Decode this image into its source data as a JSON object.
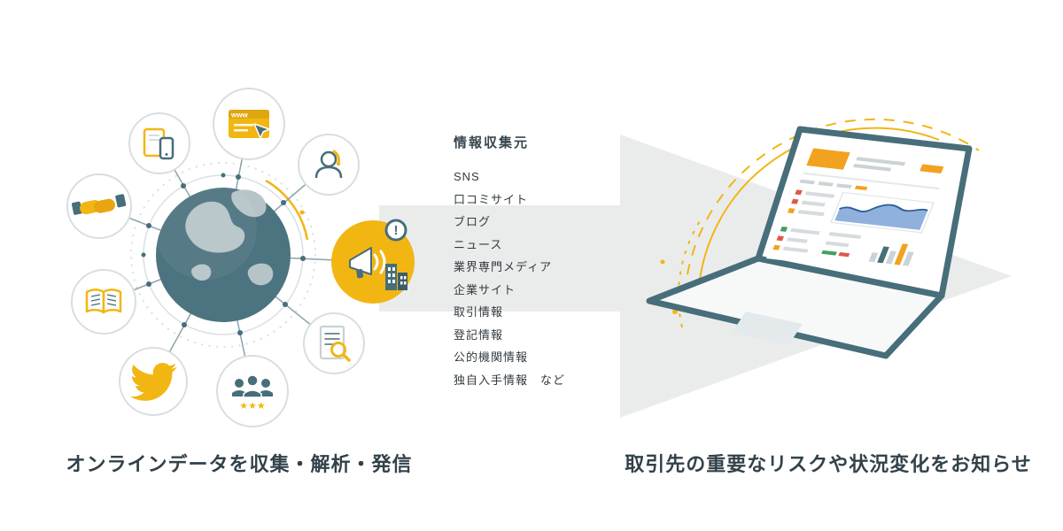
{
  "diagram": {
    "caption_left": "オンラインデータを収集・解析・発信",
    "caption_right": "取引先の重要なリスクや状況変化をお知らせ"
  },
  "sources": {
    "title": "情報収集元",
    "items": [
      "SNS",
      "口コミサイト",
      "ブログ",
      "ニュース",
      "業界専門メディア",
      "企業サイト",
      "取引情報",
      "登記情報",
      "公的機関情報",
      "独自入手情報　など"
    ]
  },
  "icons": {
    "browser_label": "www",
    "alert_badge": "!",
    "rating_stars": "★★★"
  },
  "colors": {
    "teal": "#476E7A",
    "yellow": "#F2B613",
    "orange": "#F2A21E",
    "arrow_gray": "#EAECEC",
    "chart_blue": "#2E5E9E",
    "red": "#E0574A",
    "green": "#43A05E",
    "text_dark": "#32424A"
  }
}
